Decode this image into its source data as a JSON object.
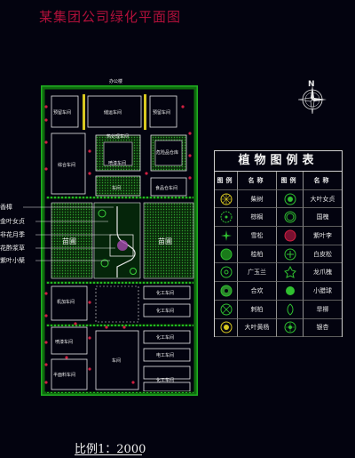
{
  "title": "某集团公司绿化平面图",
  "north_label": "N",
  "scale_text": "比例1：2000",
  "road_label": "办公楼",
  "lawn_labels": [
    "苗圃",
    "苗圃"
  ],
  "callouts": [
    "香樟",
    "金叶女贞",
    "非花月季",
    "花酢浆草",
    "紫叶小檗"
  ],
  "blocks": [
    "预留车间",
    "储运车间",
    "预留车间",
    "危险品仓库",
    "综合车间",
    "喷漆车间",
    "热处理车间",
    "车间",
    "食品仓车间",
    "机加车间",
    "化工车间",
    "化工车间",
    "喷漆车间",
    "化工车间",
    "车间",
    "电工车间",
    "半面料车间",
    "化工车间"
  ],
  "legend": {
    "title": "植物图例表",
    "headers": [
      "图例",
      "名称",
      "图例",
      "名称"
    ],
    "rows": [
      [
        "柴树",
        "大叶女贞"
      ],
      [
        "棕榈",
        "国槐"
      ],
      [
        "雪松",
        "紫叶李"
      ],
      [
        "桧柏",
        "白皮松"
      ],
      [
        "广玉兰",
        "龙爪槐"
      ],
      [
        "合欢",
        "小腊球"
      ],
      [
        "刺柏",
        "旱柳"
      ],
      [
        "大叶黄杨",
        "银杏"
      ]
    ]
  }
}
